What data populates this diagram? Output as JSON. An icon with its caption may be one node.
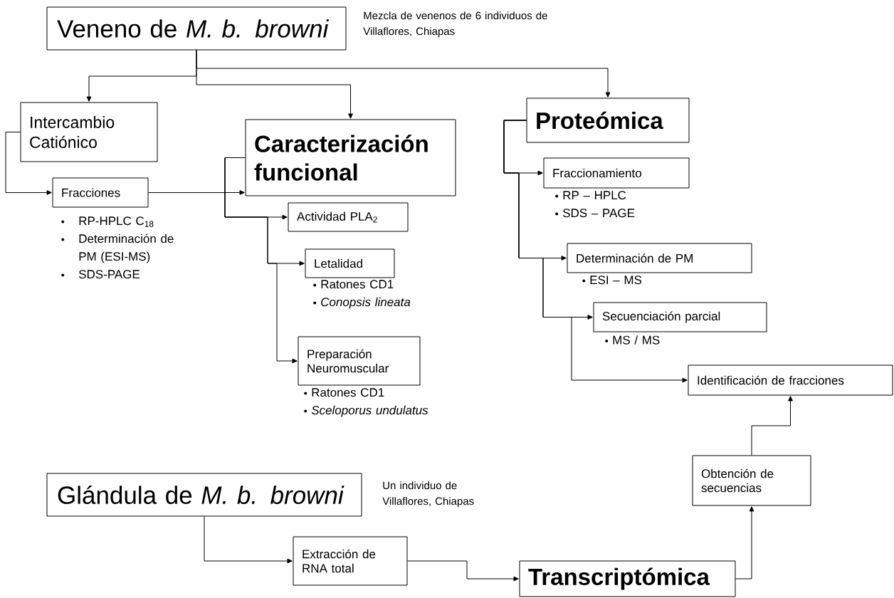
{
  "diagram": {
    "nodes": [
      {
        "text": [
          "Veneno de *M. b. browni*"
        ],
        "beside": [
          "Mezcla de venenos de 6 individuos de Villaflores, Chiapas"
        ]
      },
      {
        "text": [
          "Intercambio Catiónico"
        ]
      },
      {
        "text": [
          "Caracterización funcional"
        ]
      },
      {
        "text": [
          "Proteómica"
        ]
      },
      {
        "text": [
          "Fracciones"
        ],
        "beside": [
          "RP-HPLC C$_{18}$",
          "Determinación de PM (ESI-MS)",
          "SDS-PAGE"
        ]
      },
      {
        "text": [
          "Actividad PLA$_{2}$"
        ]
      },
      {
        "text": [
          "Fraccionamiento"
        ],
        "beside": [
          "RP – HPLC",
          "SDS – PAGE"
        ]
      },
      {
        "text": [
          "Letalidad"
        ],
        "beside": [
          "Ratones CD1",
          "Conopsis lineata"
        ]
      },
      {
        "text": [
          "Determinación de PM"
        ],
        "beside": [
          "ESI – MS"
        ]
      },
      {
        "text": [
          "Preparación Neuromuscular"
        ],
        "beside": [
          "Ratones CD1",
          "Sceloporus undulatus"
        ]
      },
      {
        "text": [
          "Secuenciación parcial"
        ],
        "beside": [
          "MS / MS"
        ]
      },
      {
        "text": [
          "Identificación de fracciones"
        ]
      },
      {
        "text": [
          "Glándula de *M. b. browni*"
        ],
        "beside": [
          "Un individuo de Villaflores, Chiapas"
        ]
      },
      {
        "text": [
          "Obtención de secuencias"
        ]
      },
      {
        "text": [
          "Extracción de RNA total"
        ]
      },
      {
        "text": [
          "Transcriptómica"
        ]
      }
    ],
    "edges": [
      {
        "from": 0,
        "to": 1,
        "arrow": "to"
      },
      {
        "from": 0,
        "to": 2,
        "arrow": "to"
      },
      {
        "from": 0,
        "to": 3,
        "arrow": "to"
      },
      {
        "from": 1,
        "to": 4,
        "arrow": "to"
      },
      {
        "from": 4,
        "to": 2,
        "arrow": "to"
      },
      {
        "from": 2,
        "to": 5,
        "arrow": "to"
      },
      {
        "from": 2,
        "to": 7,
        "arrow": "to"
      },
      {
        "from": 2,
        "to": 9,
        "arrow": "to"
      },
      {
        "from": 3,
        "to": 6,
        "arrow": "to"
      },
      {
        "from": 3,
        "to": 8,
        "arrow": "to"
      },
      {
        "from": 3,
        "to": 10,
        "arrow": "to"
      },
      {
        "from": 3,
        "to": 11,
        "arrow": "to"
      },
      {
        "from": 12,
        "to": 14,
        "arrow": "to"
      },
      {
        "from": 14,
        "to": 15,
        "arrow": "to"
      },
      {
        "from": 15,
        "to": 13,
        "arrow": "to"
      },
      {
        "from": 13,
        "to": 11,
        "arrow": "to"
      }
    ]
  }
}
